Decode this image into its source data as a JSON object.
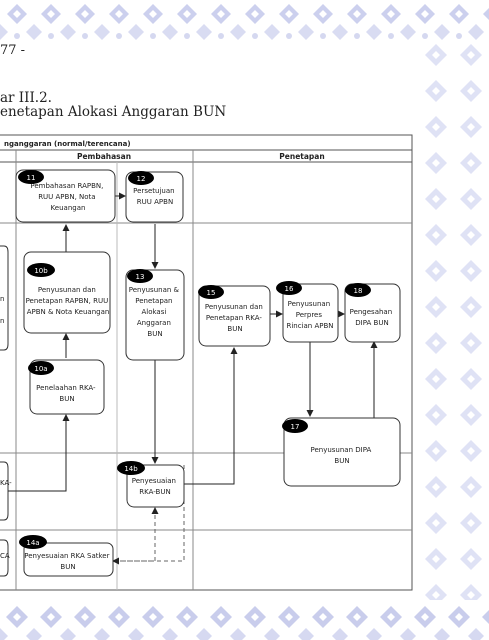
{
  "page_number": "77 -",
  "caption_line1": "ar III.2.",
  "caption_line2": "enetapan Alokasi Anggaran BUN",
  "header_cycle": "nganggaran (normal/terencana)",
  "columns": {
    "pembahasan": "Pembahasan",
    "penetapan": "Penetapan"
  },
  "badges": {
    "b11": "11",
    "b12": "12",
    "b10b": "10b",
    "b13": "13",
    "b15": "15",
    "b16": "16",
    "b18": "18",
    "b10a": "10a",
    "b17": "17",
    "b14b": "14b",
    "b14a": "14a"
  },
  "boxes": {
    "p11": [
      "Pembahasan RAPBN,",
      "RUU APBN, Nota",
      "Keuangan"
    ],
    "p12": [
      "Persetujuan",
      "RUU APBN"
    ],
    "p10b": [
      "Penyusunan dan",
      "Penetapan RAPBN, RUU",
      "APBN & Nota Keuangan"
    ],
    "p13": [
      "Penyusunan &",
      "Penetapan",
      "Alokasi",
      "Anggaran",
      "BUN"
    ],
    "p15": [
      "Penyusunan dan",
      "Penetapan RKA-",
      "BUN"
    ],
    "p16": [
      "Penyusunan",
      "Perpres",
      "Rincian APBN"
    ],
    "p18": [
      "Pengesahan",
      "DIPA BUN"
    ],
    "p10a": [
      "Penelaahan RKA-",
      "BUN"
    ],
    "p17": [
      "Penyusunan DIPA",
      "BUN"
    ],
    "p14b": [
      "Penyesuaian",
      "RKA-BUN"
    ],
    "p14a": [
      "Penyesuaian RKA Satker",
      "BUN"
    ]
  },
  "left_fragments": {
    "f1": "n",
    "f2": "n",
    "f3": "KA-",
    "f4": "CA"
  }
}
